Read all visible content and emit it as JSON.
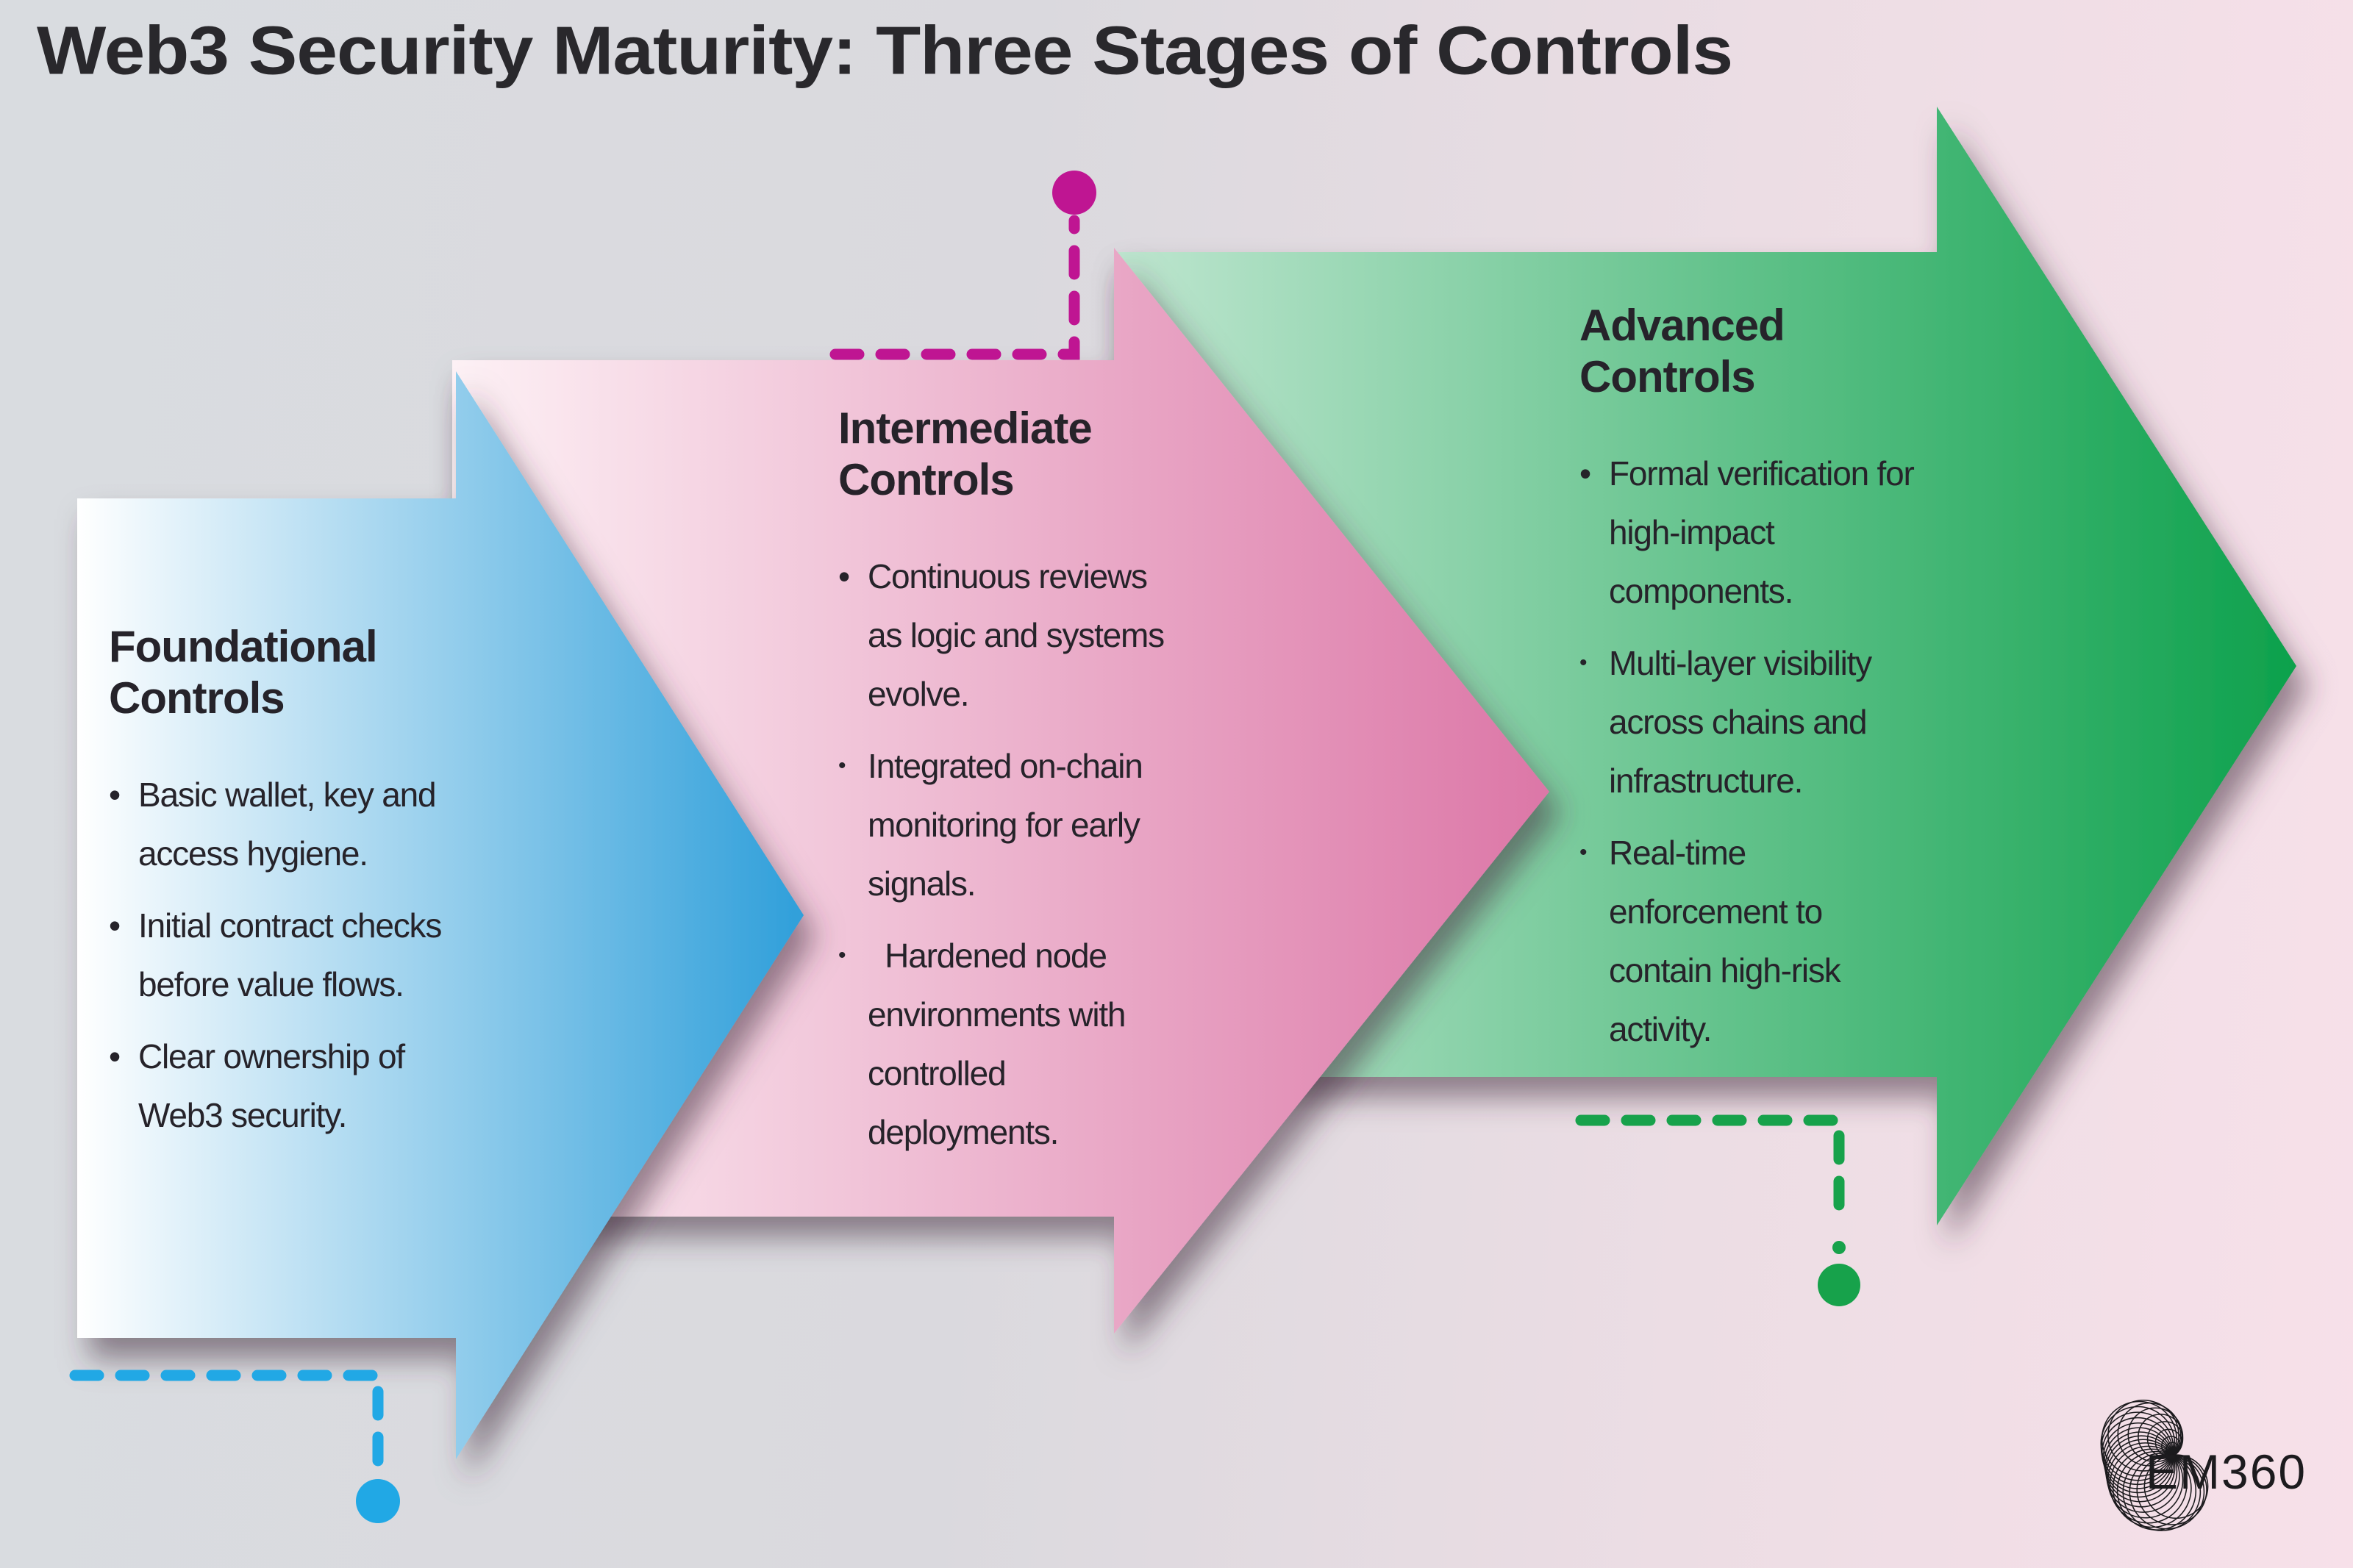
{
  "title": "Web3 Security Maturity: Three Stages of Controls",
  "ui": {
    "bullet": "•"
  },
  "colors": {
    "background_left": "#d9dce0",
    "background_right": "#f7e0e9",
    "title_text": "#29282c",
    "body_text": "#26232a",
    "stage1_gradient_start": "#ffffff",
    "stage1_gradient_end": "#2f9fda",
    "stage2_gradient_start": "#fdf1f5",
    "stage2_gradient_end": "#dc77a7",
    "stage3_gradient_start": "#bfe6d0",
    "stage3_gradient_end": "#0da14c",
    "stage1_connector": "#21a8e5",
    "stage2_connector": "#bf1592",
    "stage3_connector": "#17a24b"
  },
  "stages": [
    {
      "title": "Foundational Controls",
      "bullets": [
        "Basic wallet, key and access hygiene.",
        "Initial contract checks before value flows.",
        "Clear ownership of Web3 security."
      ]
    },
    {
      "title": "Intermediate Controls",
      "bullets": [
        "Continuous reviews as logic and systems evolve.",
        "Integrated on-chain monitoring for early signals.",
        "  Hardened node environments with controlled deployments."
      ]
    },
    {
      "title": "Advanced Controls",
      "bullets": [
        "Formal verification for high-impact components.",
        "Multi-layer visibility across chains and infrastructure.",
        "Real-time enforcement to contain high-risk activity."
      ]
    }
  ],
  "logo": {
    "text": "EM360"
  }
}
